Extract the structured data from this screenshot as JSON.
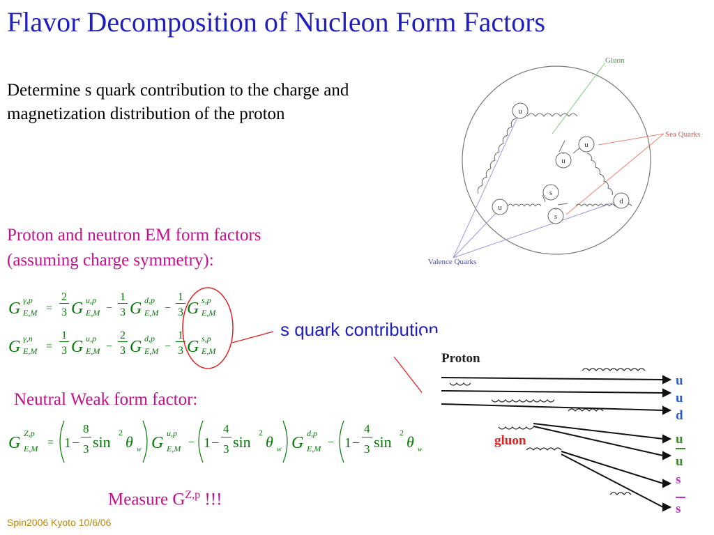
{
  "title": "Flavor Decomposition of Nucleon Form Factors",
  "intro": "Determine s quark contribution to the charge and magnetization distribution of the proton",
  "em_heading_line1": "Proton and neutron EM form factors",
  "em_heading_line2": "(assuming charge symmetry):",
  "s_quark_label": "s quark contribution",
  "weak_heading": "Neutral Weak form factor:",
  "measure": {
    "text": "Measure G",
    "superscript": "Z,p",
    "suffix": " !!!"
  },
  "footer": "Spin2006 Kyoto 10/6/06",
  "colors": {
    "title": "#1f1fbf",
    "heading": "#c0108a",
    "equation": "#007a00",
    "circle": "#e02020",
    "footer": "#b8860b"
  },
  "equations": {
    "G": "G",
    "sub_EM": "E,M",
    "eq": "=",
    "minus": "−",
    "one": "1",
    "frac_2_3": {
      "num": "2",
      "den": "3"
    },
    "frac_1_3": {
      "num": "1",
      "den": "3"
    },
    "frac_8_3": {
      "num": "8",
      "den": "3"
    },
    "frac_4_3": {
      "num": "4",
      "den": "3"
    },
    "sup_gamma_p": "γ,p",
    "sup_gamma_n": "γ,n",
    "sup_u_p": "u,p",
    "sup_d_p": "d,p",
    "sup_s_p": "s,p",
    "sup_Z_p": "Z,p",
    "sin": "sin",
    "sq": "2",
    "theta": "θ",
    "w": "w"
  },
  "diagram_top": {
    "gluon_label": "Gluon",
    "sea_quarks_label": "Sea Quarks",
    "valence_quarks_label": "Valence Quarks",
    "quarks": [
      "u",
      "u",
      "u",
      "s",
      "s",
      "u",
      "d"
    ],
    "bars": [
      "−",
      "−"
    ]
  },
  "diagram_bottom": {
    "proton_label": "Proton",
    "gluon_label": "gluon",
    "flavors": [
      "u",
      "u",
      "d",
      "u",
      "u",
      "s",
      "s"
    ]
  }
}
